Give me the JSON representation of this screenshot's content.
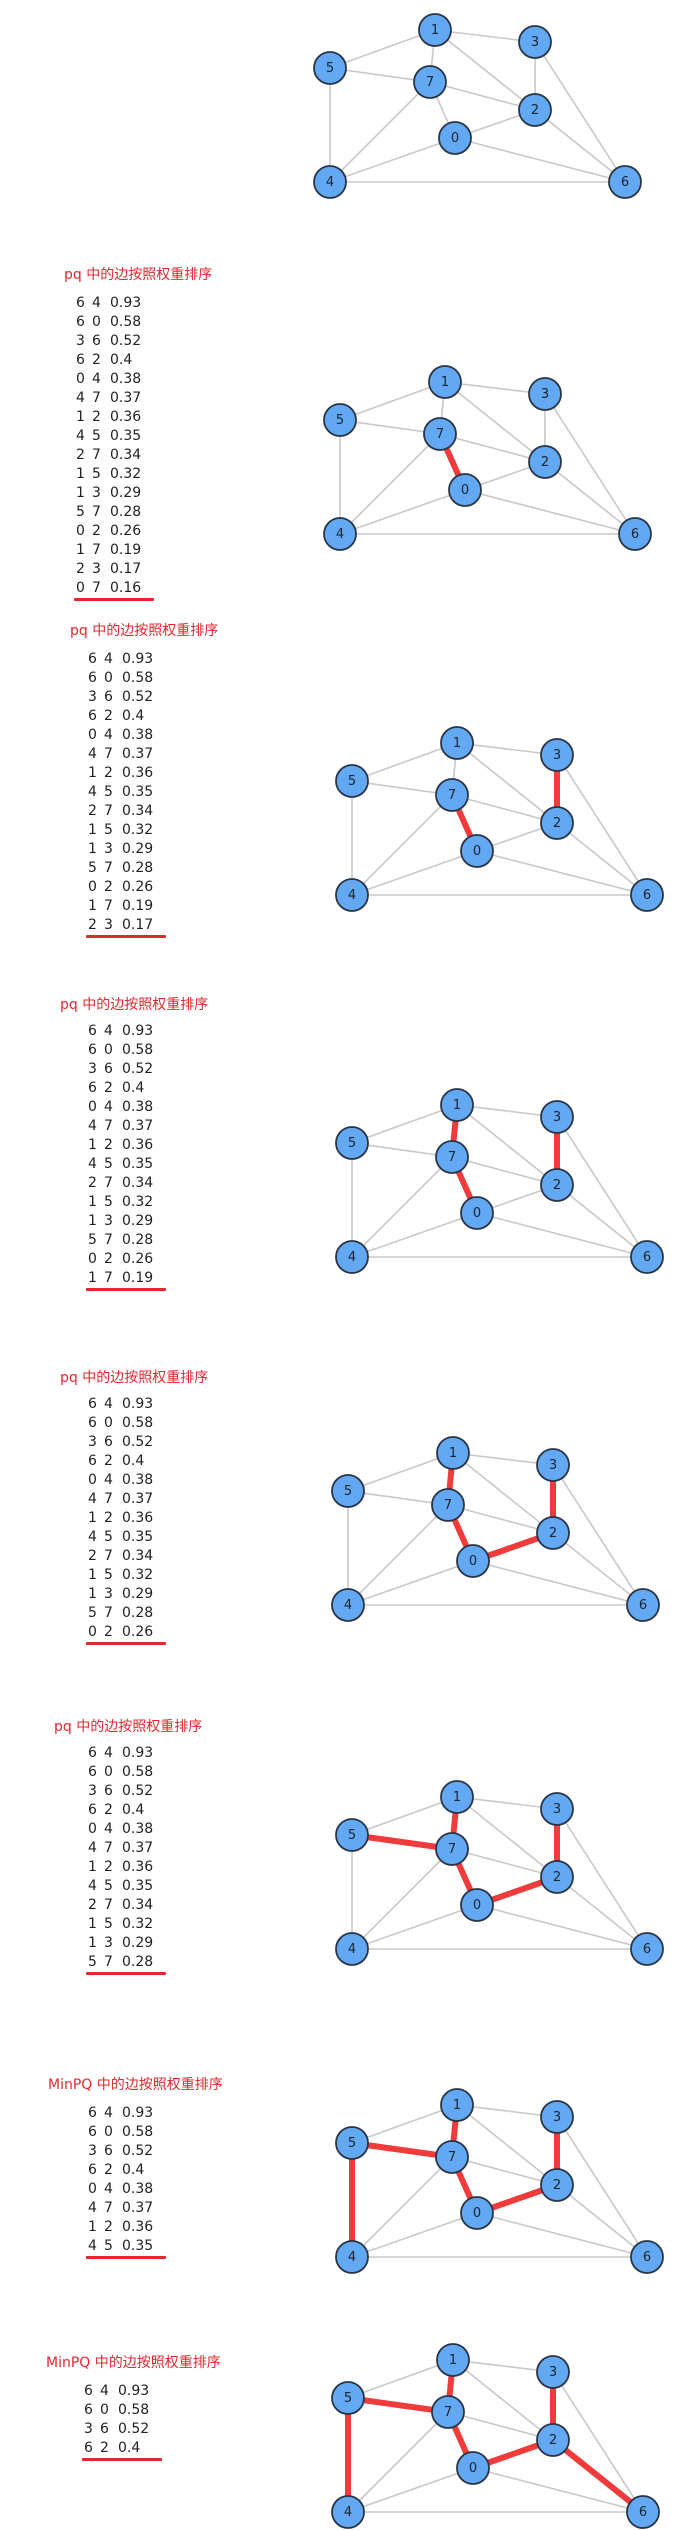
{
  "edge_list": [
    [
      "6",
      "4",
      "0.93"
    ],
    [
      "6",
      "0",
      "0.58"
    ],
    [
      "3",
      "6",
      "0.52"
    ],
    [
      "6",
      "2",
      "0.4"
    ],
    [
      "0",
      "4",
      "0.38"
    ],
    [
      "4",
      "7",
      "0.37"
    ],
    [
      "1",
      "2",
      "0.36"
    ],
    [
      "4",
      "5",
      "0.35"
    ],
    [
      "2",
      "7",
      "0.34"
    ],
    [
      "1",
      "5",
      "0.32"
    ],
    [
      "1",
      "3",
      "0.29"
    ],
    [
      "5",
      "7",
      "0.28"
    ],
    [
      "0",
      "2",
      "0.26"
    ],
    [
      "1",
      "7",
      "0.19"
    ],
    [
      "2",
      "3",
      "0.17"
    ],
    [
      "0",
      "7",
      "0.16"
    ]
  ],
  "graph_edges": [
    [
      "1",
      "3"
    ],
    [
      "1",
      "5"
    ],
    [
      "1",
      "7"
    ],
    [
      "1",
      "2"
    ],
    [
      "3",
      "2"
    ],
    [
      "3",
      "6"
    ],
    [
      "5",
      "7"
    ],
    [
      "5",
      "4"
    ],
    [
      "7",
      "2"
    ],
    [
      "7",
      "0"
    ],
    [
      "7",
      "4"
    ],
    [
      "0",
      "2"
    ],
    [
      "0",
      "4"
    ],
    [
      "0",
      "6"
    ],
    [
      "2",
      "6"
    ],
    [
      "4",
      "6"
    ]
  ],
  "nodes": [
    "0",
    "1",
    "2",
    "3",
    "4",
    "5",
    "6",
    "7"
  ],
  "colors": {
    "node_fill": "#62a8f2",
    "node_stroke": "#2a3545",
    "edge": "#c8c8c8",
    "mst_edge": "#ef3b3b",
    "title": "#e0282e"
  },
  "panels": [
    {
      "title": "",
      "list_len": 0,
      "mst": []
    },
    {
      "title": "pq 中的边按照权重排序",
      "list_len": 16,
      "mst": [
        [
          "0",
          "7"
        ]
      ]
    },
    {
      "title": "pq 中的边按照权重排序",
      "list_len": 15,
      "mst": [
        [
          "0",
          "7"
        ],
        [
          "2",
          "3"
        ]
      ]
    },
    {
      "title": "pq 中的边按照权重排序",
      "list_len": 14,
      "mst": [
        [
          "0",
          "7"
        ],
        [
          "2",
          "3"
        ],
        [
          "1",
          "7"
        ]
      ]
    },
    {
      "title": "pq 中的边按照权重排序",
      "list_len": 13,
      "mst": [
        [
          "0",
          "7"
        ],
        [
          "2",
          "3"
        ],
        [
          "1",
          "7"
        ],
        [
          "0",
          "2"
        ]
      ]
    },
    {
      "title": "pq 中的边按照权重排序",
      "list_len": 12,
      "mst": [
        [
          "0",
          "7"
        ],
        [
          "2",
          "3"
        ],
        [
          "1",
          "7"
        ],
        [
          "0",
          "2"
        ],
        [
          "5",
          "7"
        ]
      ]
    },
    {
      "title": "MinPQ 中的边按照权重排序",
      "list_len": 8,
      "mst": [
        [
          "0",
          "7"
        ],
        [
          "2",
          "3"
        ],
        [
          "1",
          "7"
        ],
        [
          "0",
          "2"
        ],
        [
          "5",
          "7"
        ],
        [
          "4",
          "5"
        ]
      ]
    },
    {
      "title": "MinPQ 中的边按照权重排序",
      "list_len": 4,
      "mst": [
        [
          "0",
          "7"
        ],
        [
          "2",
          "3"
        ],
        [
          "1",
          "7"
        ],
        [
          "0",
          "2"
        ],
        [
          "5",
          "7"
        ],
        [
          "4",
          "5"
        ],
        [
          "6",
          "2"
        ]
      ]
    }
  ]
}
